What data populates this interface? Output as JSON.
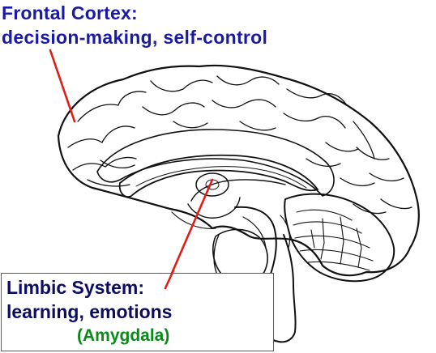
{
  "labels": {
    "frontal": {
      "title": "Frontal Cortex:",
      "description": "decision-making, self-control",
      "color": "#1a1aa6"
    },
    "limbic": {
      "title": "Limbic System:",
      "description": "learning, emotions",
      "color": "#0c0c66"
    },
    "amygdala": {
      "text": "(Amygdala)",
      "color": "#0a8a17"
    }
  },
  "colors": {
    "pointer_line": "#e21d16",
    "outline": "#111111",
    "box_border": "#d9261c"
  },
  "icons": {
    "illustration": "brain-sagittal-section"
  }
}
